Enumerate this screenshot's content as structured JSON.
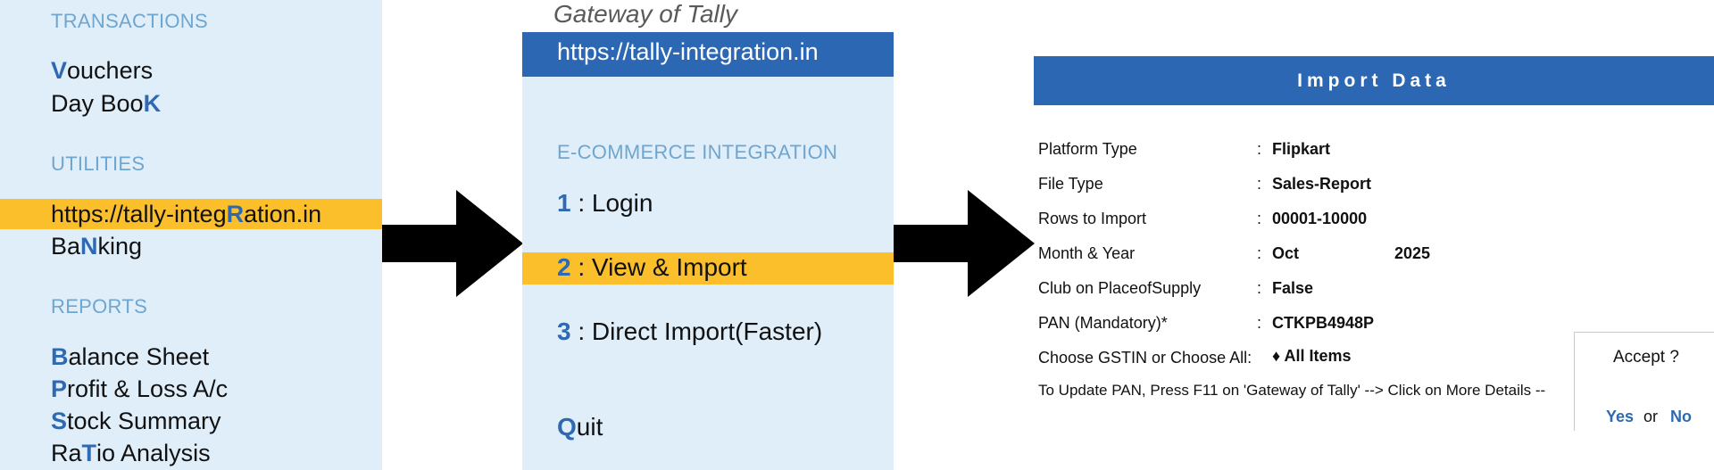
{
  "left_menu": {
    "transactions": {
      "label": "TRANSACTIONS",
      "vouchers": {
        "hot": "V",
        "rest": "ouchers"
      },
      "daybook": {
        "pre": "Day Boo",
        "hot": "K"
      }
    },
    "utilities": {
      "label": "UTILITIES",
      "integration": {
        "pre": "https://tally-integ",
        "hot": "R",
        "post": "ation.in"
      },
      "banking": {
        "pre": "Ba",
        "hot": "N",
        "post": "king"
      }
    },
    "reports": {
      "label": "REPORTS",
      "balance_sheet": {
        "hot": "B",
        "rest": "alance Sheet"
      },
      "profit_loss": {
        "hot": "P",
        "rest": "rofit & Loss A/c"
      },
      "stock_summary": {
        "hot": "S",
        "rest": "tock Summary"
      },
      "ratio": {
        "pre": "Ra",
        "hot": "T",
        "post": "io Analysis"
      }
    }
  },
  "middle_menu": {
    "window_title": "Gateway of Tally",
    "header": "https://tally-integration.in",
    "section": "E-COMMERCE INTEGRATION",
    "items": [
      {
        "num": "1",
        "label": " : Login"
      },
      {
        "num": "2",
        "label": " : View & Import"
      },
      {
        "num": "3",
        "label": " : Direct Import(Faster)"
      }
    ],
    "quit": {
      "hot": "Q",
      "rest": "uit"
    }
  },
  "import_data": {
    "title": "Import Data",
    "rows": [
      {
        "label": "Platform Type",
        "value": "Flipkart"
      },
      {
        "label": "File Type",
        "value": "Sales-Report"
      },
      {
        "label": "Rows to Import",
        "value": "00001-10000"
      },
      {
        "label": "Month & Year",
        "value": "Oct",
        "value2": "2025"
      },
      {
        "label": "Club on PlaceofSupply",
        "value": "False"
      },
      {
        "label": "PAN (Mandatory)*",
        "value": "CTKPB4948P"
      },
      {
        "label": "Choose GSTIN or Choose All:",
        "value": "♦ All Items"
      }
    ],
    "colon": ":",
    "note": "To Update PAN, Press F11 on 'Gateway of Tally' --> Click on More Details --",
    "accept": {
      "label": "Accept ?",
      "yes": "Yes",
      "or": "or",
      "no": "No"
    }
  },
  "colors": {
    "panel_bg": "#e0eef9",
    "highlight": "#fbbf2c",
    "header_blue": "#2b67b3",
    "hotkey_blue": "#2e69b1",
    "section_text": "#6fa6cf"
  }
}
